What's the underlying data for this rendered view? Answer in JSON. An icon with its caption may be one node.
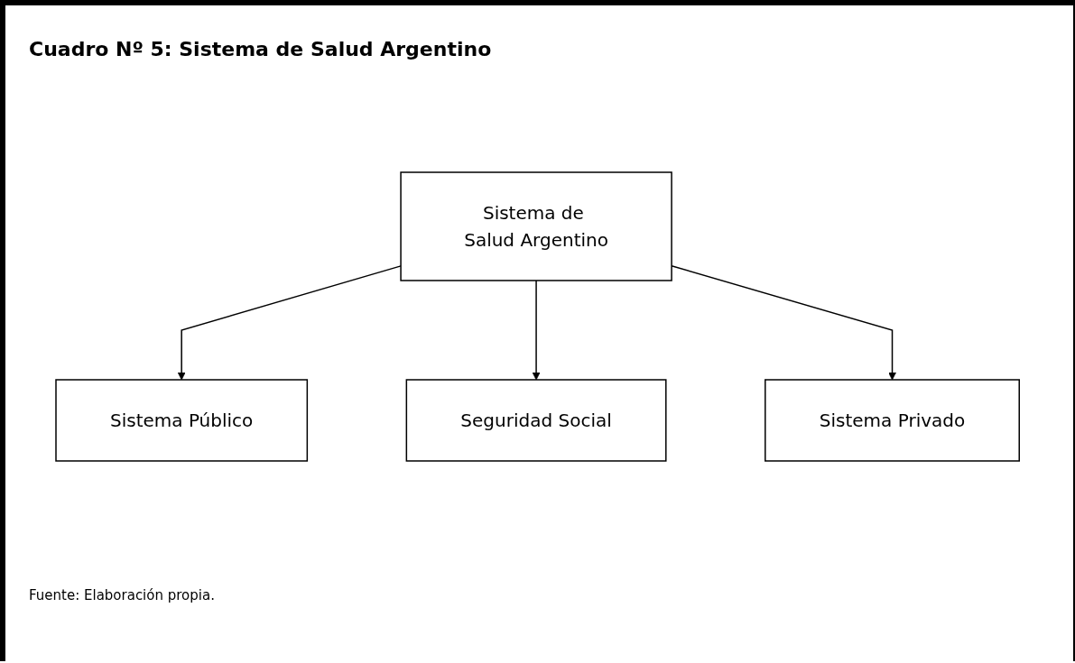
{
  "diagram": {
    "title": "Cuadro Nº 5: Sistema de Salud Argentino",
    "caption": "Fuente: Elaboración propia.",
    "nodes": [
      {
        "text": [
          "Sistema de Salud Argentino"
        ]
      },
      {
        "text": [
          "Sistema Público"
        ]
      },
      {
        "text": [
          "Seguridad Social"
        ]
      },
      {
        "text": [
          "Sistema Privado"
        ]
      }
    ],
    "edges": [
      {
        "from": 0,
        "to": 1,
        "arrow": "to"
      },
      {
        "from": 0,
        "to": 2,
        "arrow": "to"
      },
      {
        "from": 0,
        "to": 3,
        "arrow": "to"
      }
    ]
  }
}
